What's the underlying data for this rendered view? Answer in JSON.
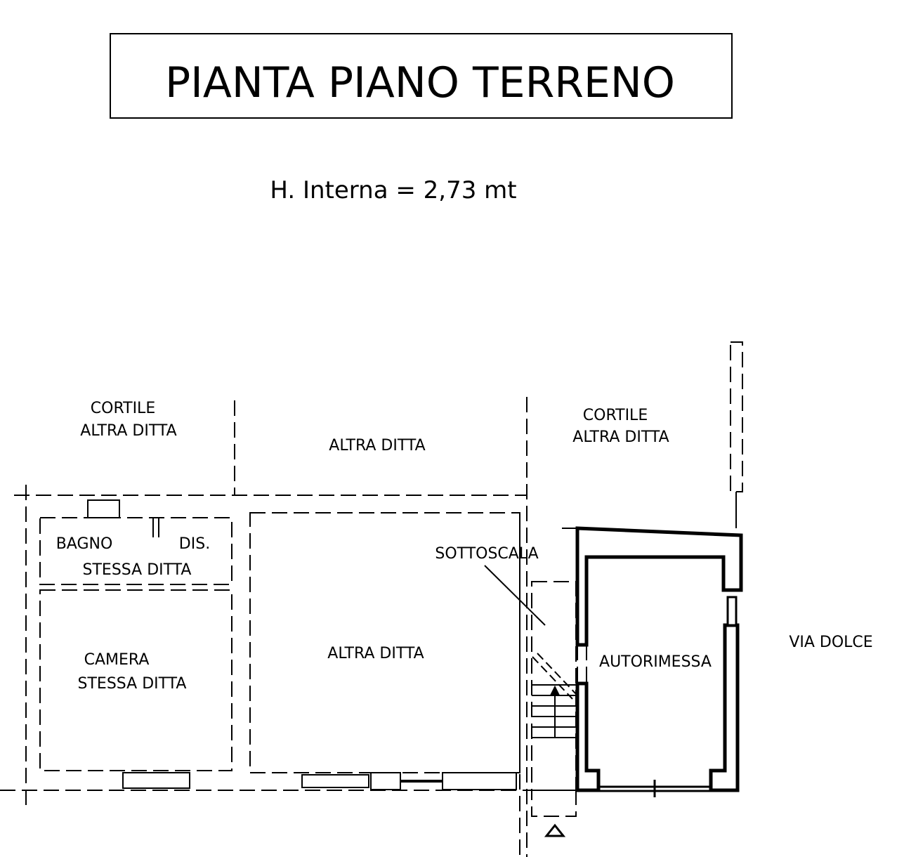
{
  "title": "PIANTA PIANO TERRENO",
  "subtitle": "H. Interna = 2,73 mt",
  "rooms": {
    "cortile_left": [
      "CORTILE",
      "ALTRA DITTA"
    ],
    "altra_ditta_top": "ALTRA DITTA",
    "cortile_right": [
      "CORTILE",
      "ALTRA DITTA"
    ],
    "bagno": "BAGNO",
    "dis": "DIS.",
    "bagno_owner": "STESSA DITTA",
    "camera": [
      "CAMERA",
      "STESSA DITTA"
    ],
    "altra_ditta_mid": "ALTRA DITTA",
    "sottoscala": "SOTTOSCALA",
    "autorimessa": "AUTORIMESSA",
    "street": "VIA DOLCE"
  }
}
